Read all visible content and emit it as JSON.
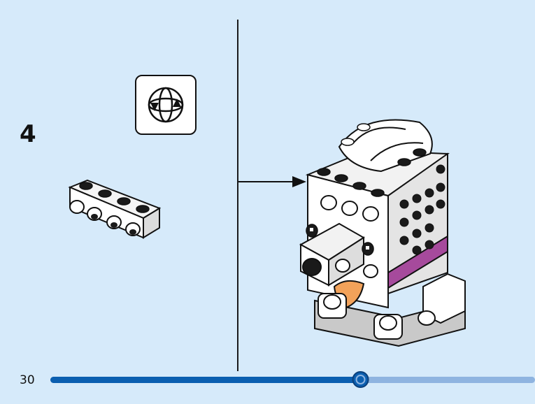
{
  "step": {
    "number": "4"
  },
  "footer": {
    "page_number": "30",
    "progress_fraction": 0.64,
    "progress_done_color": "#0b5fb0",
    "progress_remaining_color": "#8fb4e0"
  },
  "icons": {
    "rotate": "rotate-model-icon",
    "arrow": "arrow-right-icon"
  },
  "colors": {
    "background": "#d6eafa",
    "brick_white": "#ffffff",
    "brick_black": "#1a1a1a",
    "collar_magenta": "#a64a9c",
    "tongue_orange": "#f2a25a",
    "shadow_gray": "#c9c9c9"
  }
}
